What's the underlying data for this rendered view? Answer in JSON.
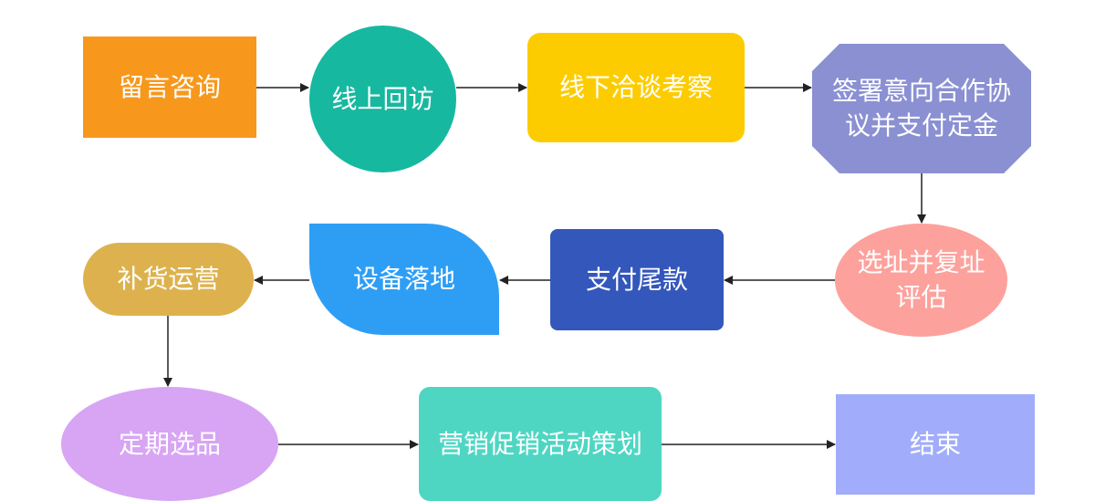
{
  "nodes": [
    {
      "id": "n1",
      "label": "留言咨询"
    },
    {
      "id": "n2",
      "label": "线上回访"
    },
    {
      "id": "n3",
      "label": "线下洽谈考察"
    },
    {
      "id": "n4",
      "label_line1": "签署意向合作协",
      "label_line2": "议并支付定金"
    },
    {
      "id": "n5",
      "label_line1": "选址并复址",
      "label_line2": "评估"
    },
    {
      "id": "n6",
      "label": "支付尾款"
    },
    {
      "id": "n7",
      "label": "设备落地"
    },
    {
      "id": "n8",
      "label": "补货运营"
    },
    {
      "id": "n9",
      "label": "定期选品"
    },
    {
      "id": "n10",
      "label": "营销促销活动策划"
    },
    {
      "id": "n11",
      "label": "结束"
    }
  ],
  "edges": [
    {
      "from": "留言咨询",
      "to": "线上回访"
    },
    {
      "from": "线上回访",
      "to": "线下洽谈考察"
    },
    {
      "from": "线下洽谈考察",
      "to": "签署意向合作协议并支付定金"
    },
    {
      "from": "签署意向合作协议并支付定金",
      "to": "选址并复址评估"
    },
    {
      "from": "选址并复址评估",
      "to": "支付尾款"
    },
    {
      "from": "支付尾款",
      "to": "设备落地"
    },
    {
      "from": "设备落地",
      "to": "补货运营"
    },
    {
      "from": "补货运营",
      "to": "定期选品"
    },
    {
      "from": "定期选品",
      "to": "营销促销活动策划"
    },
    {
      "from": "营销促销活动策划",
      "to": "结束"
    }
  ],
  "colors": {
    "arrow": "#222222",
    "text": "#ffffff"
  }
}
